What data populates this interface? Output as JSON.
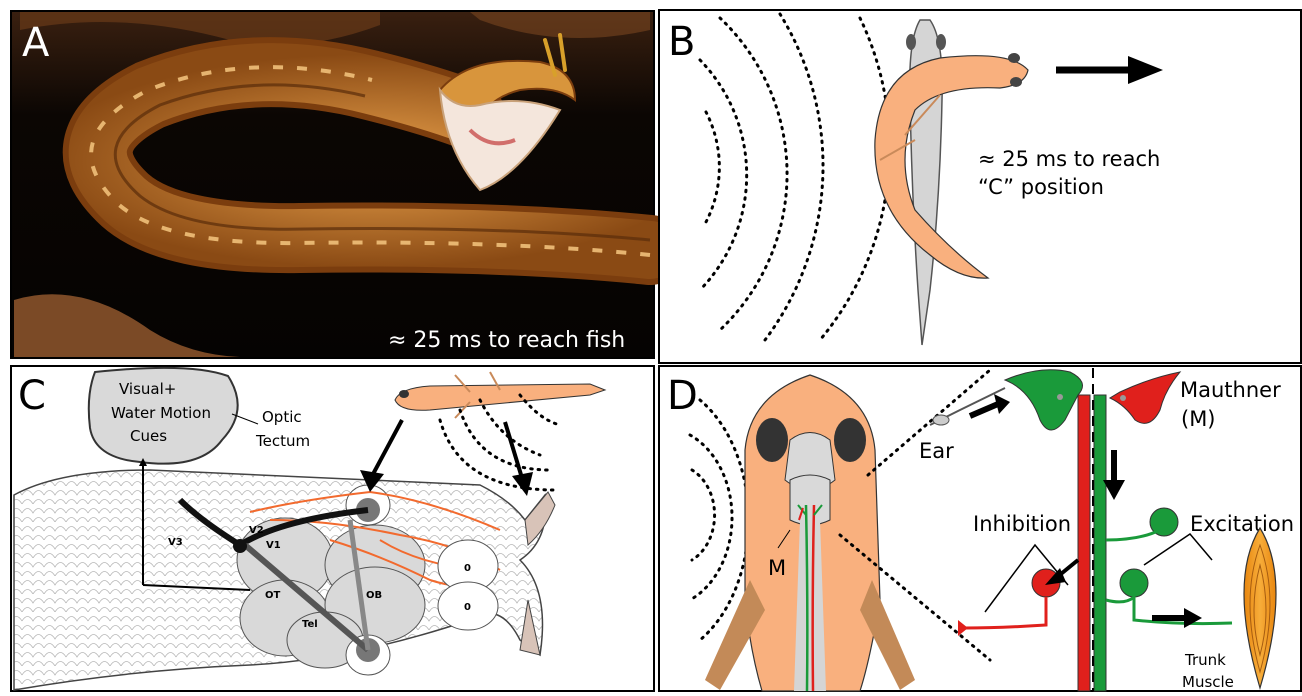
{
  "panels": {
    "a": {
      "letter": "A",
      "caption": "≈ 25 ms to reach  fish"
    },
    "b": {
      "letter": "B",
      "caption_line1": "≈ 25 ms to reach",
      "caption_line2": "“C” position"
    },
    "c": {
      "letter": "C",
      "cloud_line1": "Visual+",
      "cloud_line2": "Water Motion",
      "cloud_line3": "Cues",
      "optic_line1": "Optic",
      "optic_line2": "Tectum",
      "v1": "V1",
      "v2": "V2",
      "v3": "V3",
      "ot": "OT",
      "tel": "Tel",
      "ob": "OB",
      "o_upper": "0",
      "o_lower": "0"
    },
    "d": {
      "letter": "D",
      "mauthner_line1": "Mauthner",
      "mauthner_line2": "(M)",
      "ear": "Ear",
      "inhibition": "Inhibition",
      "excitation": "Excitation",
      "m": "M",
      "trunk": "Trunk",
      "muscle": "Muscle"
    }
  },
  "colors": {
    "fish_orange": "#f9b07e",
    "excitation_green": "#1a9a3a",
    "inhibition_red": "#e0201c",
    "brain_gray": "#d9d9d9",
    "muscle_orange": "#f39c1f"
  }
}
